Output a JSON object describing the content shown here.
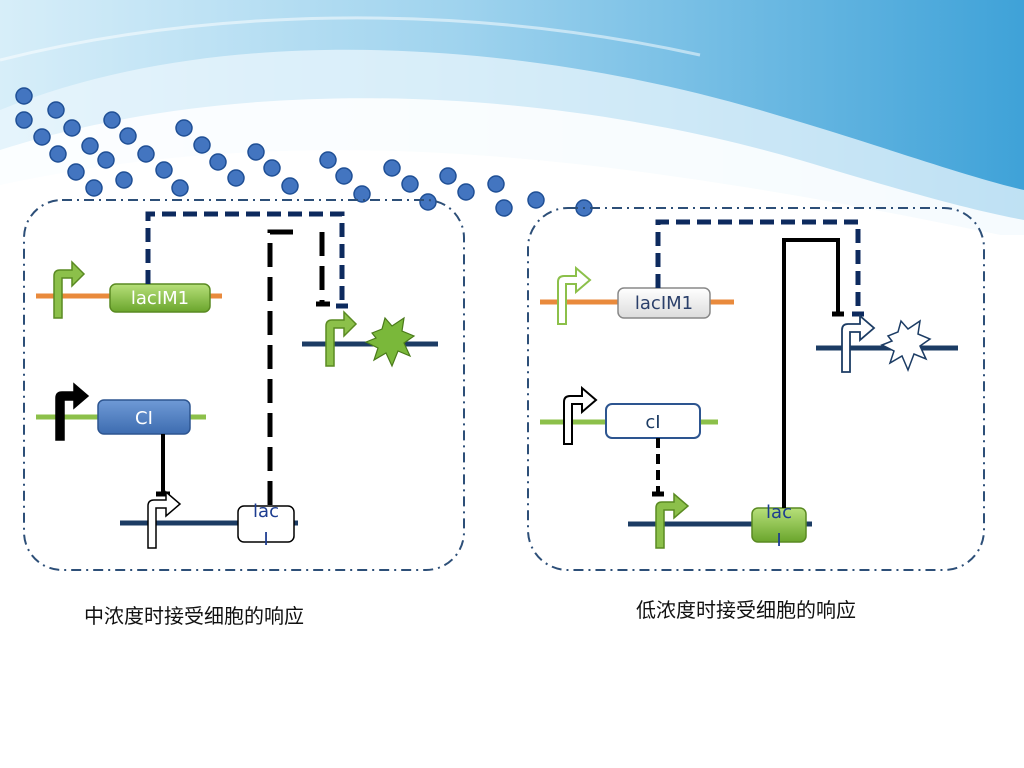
{
  "colors": {
    "sky_dark": "#4aa6d8",
    "sky_light": "#cfe9f6",
    "dot_fill": "#3f73c0",
    "dot_stroke": "#1f4f95",
    "cell_border": "#2d4f78",
    "dna_navy": "#1c3c64",
    "dna_green": "#8cc04a",
    "dna_orange": "#e98a3c",
    "gene_green": "#7fb93c",
    "gene_blue": "#4f7fc2",
    "gene_white": "#ffffff",
    "dash_line": "#0d2a5e",
    "gfp_green": "#7ab83a"
  },
  "left_cell": {
    "lacim1_label": "lacIM1",
    "ci_label": "CI",
    "laci_label_1": "lac",
    "laci_label_2": "I",
    "caption": "中浓度时接受细胞的响应"
  },
  "right_cell": {
    "lacim1_label": "lacIM1",
    "ci_label": "cI",
    "laci_label_1": "lac",
    "laci_label_2": "I",
    "caption": "低浓度时接受细胞的响应"
  }
}
